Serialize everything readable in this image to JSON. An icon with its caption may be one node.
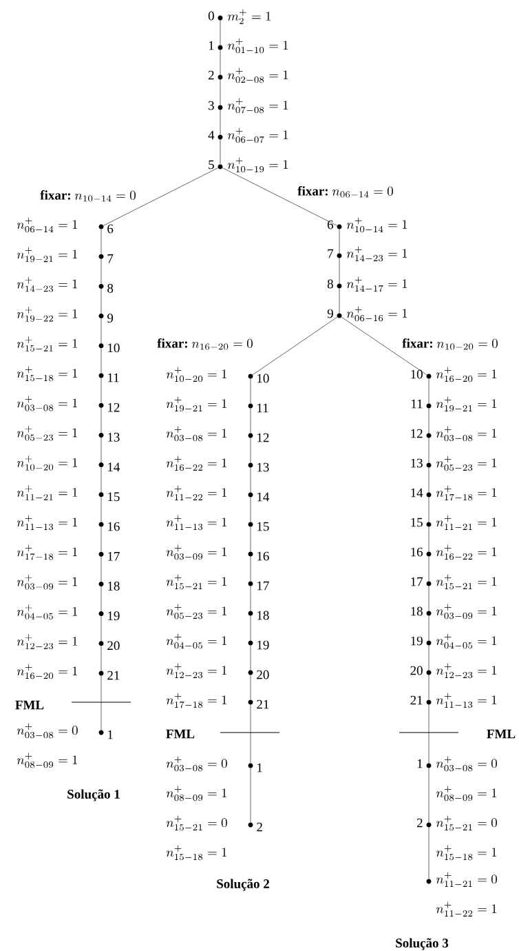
{
  "diagram": {
    "nodes": [
      {
        "text": [],
        "shape": "circle",
        "beside": [
          "0",
          "m_2^{+}=1"
        ]
      },
      {
        "text": [],
        "shape": "circle",
        "beside": [
          "1",
          "n^{+}_{01-10}=1"
        ]
      },
      {
        "text": [],
        "shape": "circle",
        "beside": [
          "2",
          "n^{+}_{02-08}=1"
        ]
      },
      {
        "text": [],
        "shape": "circle",
        "beside": [
          "3",
          "n^{+}_{07-08}=1"
        ]
      },
      {
        "text": [],
        "shape": "circle",
        "beside": [
          "4",
          "n^{+}_{06-07}=1"
        ]
      },
      {
        "text": [],
        "shape": "circle",
        "beside": [
          "5",
          "n^{+}_{10-19}=1"
        ]
      },
      {
        "text": [],
        "shape": "circle",
        "beside": [
          "6",
          "n^{+}_{06-14}=1"
        ]
      },
      {
        "text": [],
        "shape": "circle",
        "beside": [
          "7",
          "n^{+}_{19-21}=1"
        ]
      },
      {
        "text": [],
        "shape": "circle",
        "beside": [
          "8",
          "n^{+}_{14-23}=1"
        ]
      },
      {
        "text": [],
        "shape": "circle",
        "beside": [
          "9",
          "n^{+}_{19-22}=1"
        ]
      },
      {
        "text": [],
        "shape": "circle",
        "beside": [
          "10",
          "n^{+}_{15-21}=1"
        ]
      },
      {
        "text": [],
        "shape": "circle",
        "beside": [
          "11",
          "n^{+}_{15-18}=1"
        ]
      },
      {
        "text": [],
        "shape": "circle",
        "beside": [
          "12",
          "n^{+}_{03-08}=1"
        ]
      },
      {
        "text": [],
        "shape": "circle",
        "beside": [
          "13",
          "n^{+}_{05-23}=1"
        ]
      },
      {
        "text": [],
        "shape": "circle",
        "beside": [
          "14",
          "n^{+}_{10-20}=1"
        ]
      },
      {
        "text": [],
        "shape": "circle",
        "beside": [
          "15",
          "n^{+}_{11-21}=1"
        ]
      },
      {
        "text": [],
        "shape": "circle",
        "beside": [
          "16",
          "n^{+}_{11-13}=1"
        ]
      },
      {
        "text": [],
        "shape": "circle",
        "beside": [
          "17",
          "n^{+}_{17-18}=1"
        ]
      },
      {
        "text": [],
        "shape": "circle",
        "beside": [
          "18",
          "n^{+}_{03-09}=1"
        ]
      },
      {
        "text": [],
        "shape": "circle",
        "beside": [
          "19",
          "n^{+}_{04-05}=1"
        ]
      },
      {
        "text": [],
        "shape": "circle",
        "beside": [
          "20",
          "n^{+}_{12-23}=1"
        ]
      },
      {
        "text": [],
        "shape": "circle",
        "beside": [
          "21",
          "n^{+}_{16-20}=1"
        ]
      },
      {
        "text": [],
        "shape": "circle",
        "beside": [
          "1",
          "n^{+}_{03-08}=0",
          "n^{+}_{08-09}=1"
        ]
      },
      {
        "text": [],
        "shape": "circle",
        "beside": [
          "6",
          "n^{+}_{10-14}=1"
        ]
      },
      {
        "text": [],
        "shape": "circle",
        "beside": [
          "7",
          "n^{+}_{14-23}=1"
        ]
      },
      {
        "text": [],
        "shape": "circle",
        "beside": [
          "8",
          "n^{+}_{14-17}=1"
        ]
      },
      {
        "text": [],
        "shape": "circle",
        "beside": [
          "9",
          "n^{+}_{06-16}=1"
        ]
      },
      {
        "text": [],
        "shape": "circle",
        "beside": [
          "10",
          "n^{+}_{10-20}=1"
        ]
      },
      {
        "text": [],
        "shape": "circle",
        "beside": [
          "11",
          "n^{+}_{19-21}=1"
        ]
      },
      {
        "text": [],
        "shape": "circle",
        "beside": [
          "12",
          "n^{+}_{03-08}=1"
        ]
      },
      {
        "text": [],
        "shape": "circle",
        "beside": [
          "13",
          "n^{+}_{16-22}=1"
        ]
      },
      {
        "text": [],
        "shape": "circle",
        "beside": [
          "14",
          "n^{+}_{11-22}=1"
        ]
      },
      {
        "text": [],
        "shape": "circle",
        "beside": [
          "15",
          "n^{+}_{11-13}=1"
        ]
      },
      {
        "text": [],
        "shape": "circle",
        "beside": [
          "16",
          "n^{+}_{03-09}=1"
        ]
      },
      {
        "text": [],
        "shape": "circle",
        "beside": [
          "17",
          "n^{+}_{15-21}=1"
        ]
      },
      {
        "text": [],
        "shape": "circle",
        "beside": [
          "18",
          "n^{+}_{05-23}=1"
        ]
      },
      {
        "text": [],
        "shape": "circle",
        "beside": [
          "19",
          "n^{+}_{04-05}=1"
        ]
      },
      {
        "text": [],
        "shape": "circle",
        "beside": [
          "20",
          "n^{+}_{12-23}=1"
        ]
      },
      {
        "text": [],
        "shape": "circle",
        "beside": [
          "21",
          "n^{+}_{17-18}=1"
        ]
      },
      {
        "text": [],
        "shape": "circle",
        "beside": [
          "1",
          "n^{+}_{03-08}=0",
          "n^{+}_{08-09}=1"
        ]
      },
      {
        "text": [],
        "shape": "circle",
        "beside": [
          "2",
          "n^{+}_{15-21}=0",
          "n^{+}_{15-18}=1"
        ]
      },
      {
        "text": [],
        "shape": "circle",
        "beside": [
          "10",
          "n^{+}_{16-20}=1"
        ]
      },
      {
        "text": [],
        "shape": "circle",
        "beside": [
          "11",
          "n^{+}_{19-21}=1"
        ]
      },
      {
        "text": [],
        "shape": "circle",
        "beside": [
          "12",
          "n^{+}_{03-08}=1"
        ]
      },
      {
        "text": [],
        "shape": "circle",
        "beside": [
          "13",
          "n^{+}_{05-23}=1"
        ]
      },
      {
        "text": [],
        "shape": "circle",
        "beside": [
          "14",
          "n^{+}_{17-18}=1"
        ]
      },
      {
        "text": [],
        "shape": "circle",
        "beside": [
          "15",
          "n^{+}_{11-21}=1"
        ]
      },
      {
        "text": [],
        "shape": "circle",
        "beside": [
          "16",
          "n^{+}_{16-22}=1"
        ]
      },
      {
        "text": [],
        "shape": "circle",
        "beside": [
          "17",
          "n^{+}_{15-21}=1"
        ]
      },
      {
        "text": [],
        "shape": "circle",
        "beside": [
          "18",
          "n^{+}_{03-09}=1"
        ]
      },
      {
        "text": [],
        "shape": "circle",
        "beside": [
          "19",
          "n^{+}_{04-05}=1"
        ]
      },
      {
        "text": [],
        "shape": "circle",
        "beside": [
          "20",
          "n^{+}_{12-23}=1"
        ]
      },
      {
        "text": [],
        "shape": "circle",
        "beside": [
          "21",
          "n^{+}_{11-13}=1"
        ]
      },
      {
        "text": [],
        "shape": "circle",
        "beside": [
          "1",
          "n^{+}_{03-08}=0",
          "n^{+}_{08-09}=1"
        ]
      },
      {
        "text": [],
        "shape": "circle",
        "beside": [
          "2",
          "n^{+}_{15-21}=0",
          "n^{+}_{15-18}=1"
        ]
      },
      {
        "text": [],
        "shape": "circle",
        "beside": [
          "n^{+}_{11-21}=0",
          "n^{+}_{11-22}=1"
        ]
      }
    ],
    "edges": [
      {
        "from": 0,
        "to": 1,
        "arrow": "none"
      },
      {
        "from": 1,
        "to": 2,
        "arrow": "none"
      },
      {
        "from": 2,
        "to": 3,
        "arrow": "none"
      },
      {
        "from": 3,
        "to": 4,
        "arrow": "none"
      },
      {
        "from": 4,
        "to": 5,
        "arrow": "none"
      },
      {
        "from": 5,
        "to": 6,
        "arrow": "none",
        "label": "\\textbf{fixar:}\\ n_{10-14}=0"
      },
      {
        "from": 6,
        "to": 7,
        "arrow": "none"
      },
      {
        "from": 7,
        "to": 8,
        "arrow": "none"
      },
      {
        "from": 8,
        "to": 9,
        "arrow": "none"
      },
      {
        "from": 9,
        "to": 10,
        "arrow": "none"
      },
      {
        "from": 10,
        "to": 11,
        "arrow": "none"
      },
      {
        "from": 11,
        "to": 12,
        "arrow": "none"
      },
      {
        "from": 12,
        "to": 13,
        "arrow": "none"
      },
      {
        "from": 13,
        "to": 14,
        "arrow": "none"
      },
      {
        "from": 14,
        "to": 15,
        "arrow": "none"
      },
      {
        "from": 15,
        "to": 16,
        "arrow": "none"
      },
      {
        "from": 16,
        "to": 17,
        "arrow": "none"
      },
      {
        "from": 17,
        "to": 18,
        "arrow": "none"
      },
      {
        "from": 18,
        "to": 19,
        "arrow": "none"
      },
      {
        "from": 19,
        "to": 20,
        "arrow": "none"
      },
      {
        "from": 20,
        "to": 21,
        "arrow": "none"
      },
      {
        "from": 21,
        "to": 22,
        "arrow": "none"
      },
      {
        "from": 5,
        "to": 23,
        "arrow": "none",
        "label": "\\textbf{fixar:}\\ n_{06-14}=0"
      },
      {
        "from": 23,
        "to": 24,
        "arrow": "none"
      },
      {
        "from": 24,
        "to": 25,
        "arrow": "none"
      },
      {
        "from": 25,
        "to": 26,
        "arrow": "none"
      },
      {
        "from": 26,
        "to": 27,
        "arrow": "none",
        "label": "\\textbf{fixar:}\\ n_{16-20}=0"
      },
      {
        "from": 27,
        "to": 28,
        "arrow": "none"
      },
      {
        "from": 28,
        "to": 29,
        "arrow": "none"
      },
      {
        "from": 29,
        "to": 30,
        "arrow": "none"
      },
      {
        "from": 30,
        "to": 31,
        "arrow": "none"
      },
      {
        "from": 31,
        "to": 32,
        "arrow": "none"
      },
      {
        "from": 32,
        "to": 33,
        "arrow": "none"
      },
      {
        "from": 33,
        "to": 34,
        "arrow": "none"
      },
      {
        "from": 34,
        "to": 35,
        "arrow": "none"
      },
      {
        "from": 35,
        "to": 36,
        "arrow": "none"
      },
      {
        "from": 36,
        "to": 37,
        "arrow": "none"
      },
      {
        "from": 37,
        "to": 38,
        "arrow": "none"
      },
      {
        "from": 38,
        "to": 39,
        "arrow": "none"
      },
      {
        "from": 39,
        "to": 40,
        "arrow": "none"
      },
      {
        "from": 26,
        "to": 41,
        "arrow": "none",
        "label": "\\textbf{fixar:}\\ n_{10-20}=0"
      },
      {
        "from": 41,
        "to": 42,
        "arrow": "none"
      },
      {
        "from": 42,
        "to": 43,
        "arrow": "none"
      },
      {
        "from": 43,
        "to": 44,
        "arrow": "none"
      },
      {
        "from": 44,
        "to": 45,
        "arrow": "none"
      },
      {
        "from": 45,
        "to": 46,
        "arrow": "none"
      },
      {
        "from": 46,
        "to": 47,
        "arrow": "none"
      },
      {
        "from": 47,
        "to": 48,
        "arrow": "none"
      },
      {
        "from": 48,
        "to": 49,
        "arrow": "none"
      },
      {
        "from": 49,
        "to": 50,
        "arrow": "none"
      },
      {
        "from": 50,
        "to": 51,
        "arrow": "none"
      },
      {
        "from": 51,
        "to": 52,
        "arrow": "none"
      },
      {
        "from": 52,
        "to": 53,
        "arrow": "none"
      },
      {
        "from": 53,
        "to": 54,
        "arrow": "none"
      },
      {
        "from": 54,
        "to": 55,
        "arrow": "none"
      }
    ],
    "labels": [
      "FML",
      "FML",
      "FML",
      "Solução 1",
      "Solução 2",
      "Solução 3"
    ]
  }
}
